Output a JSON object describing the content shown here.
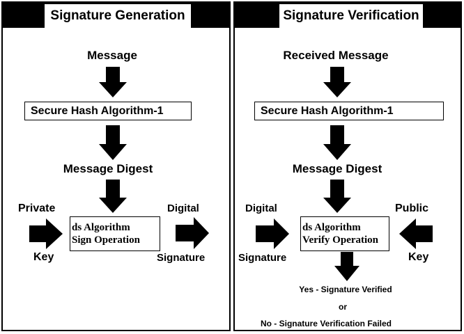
{
  "generation": {
    "title": "Signature Generation",
    "input_label": "Message",
    "hash_label": "Secure Hash Algorithm-1",
    "digest_label": "Message Digest",
    "key_label_top": "Private",
    "key_label_bottom": "Key",
    "algo_line1": "ds Algorithm",
    "algo_line2": "Sign Operation",
    "output_label_top": "Digital",
    "output_label_bottom": "Signature"
  },
  "verification": {
    "title": "Signature Verification",
    "input_label": "Received Message",
    "hash_label": "Secure Hash Algorithm-1",
    "digest_label": "Message Digest",
    "sig_label_top": "Digital",
    "sig_label_bottom": "Signature",
    "key_label_top": "Public",
    "key_label_bottom": "Key",
    "algo_line1": "ds Algorithm",
    "algo_line2": "Verify Operation",
    "result_yes": "Yes - Signature Verified",
    "result_or": "or",
    "result_no": "No - Signature Verification Failed"
  }
}
